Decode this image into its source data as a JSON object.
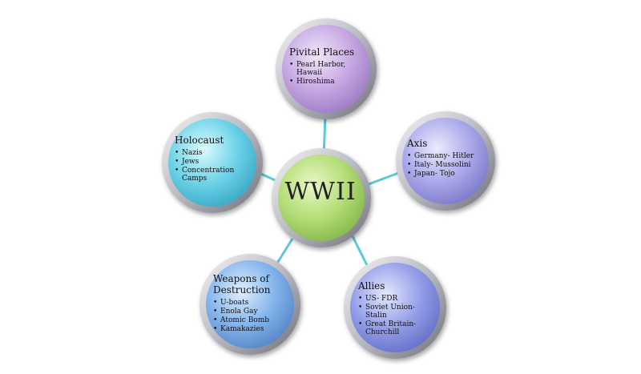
{
  "center": {
    "label": "WWII"
  },
  "nodes": {
    "places": {
      "title": "Pivital Places",
      "items": [
        "Pearl Harbor, Hawaii",
        "Hiroshima"
      ]
    },
    "axis": {
      "title": "Axis",
      "items": [
        "Germany- Hitler",
        "Italy- Mussolini",
        "Japan- Tojo"
      ]
    },
    "allies": {
      "title": "Allies",
      "items": [
        "US- FDR",
        "Soviet Union- Stalin",
        "Great Britain- Churchill"
      ]
    },
    "weapons": {
      "title": "Weapons of Destruction",
      "items": [
        "U-boats",
        "Enola Gay",
        "Atomic Bomb",
        "Kamakazies"
      ]
    },
    "holocaust": {
      "title": "Holocaust",
      "items": [
        "Nazis",
        "Jews",
        "Concentration Camps"
      ]
    }
  },
  "colors": {
    "connector": "#5cc8d8",
    "center": "#a8d86a",
    "places": "#c4a6e0",
    "axis": "#a9a8ea",
    "allies": "#8f9ae6",
    "weapons": "#7fb0ea",
    "holocaust": "#66cfe6"
  }
}
